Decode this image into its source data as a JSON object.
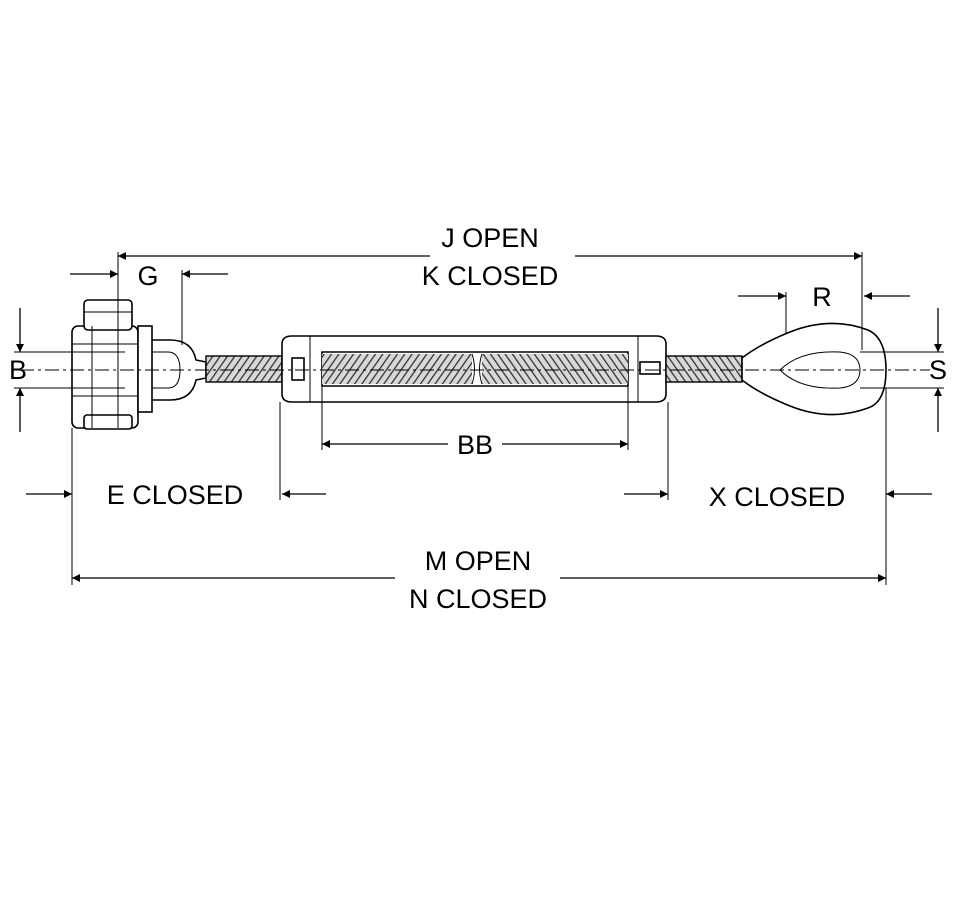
{
  "labels": {
    "j_open": "J OPEN",
    "k_closed": "K CLOSED",
    "g": "G",
    "r": "R",
    "b": "B",
    "s": "S",
    "bb": "BB",
    "e_closed": "E CLOSED",
    "x_closed": "X CLOSED",
    "m_open": "M OPEN",
    "n_closed": "N CLOSED"
  },
  "colors": {
    "line": "#000000",
    "background": "#ffffff",
    "thread": "#555555"
  }
}
